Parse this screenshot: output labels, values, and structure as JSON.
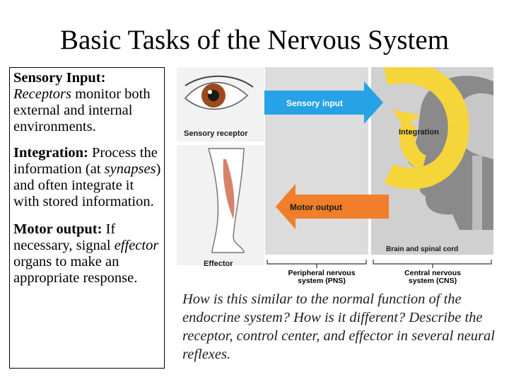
{
  "title": "Basic Tasks of the Nervous System",
  "left_panel": {
    "sensory": {
      "heading": "Sensory Input:",
      "em": "Receptors",
      "rest": " monitor both external and internal environments."
    },
    "integration": {
      "heading": "Integration:",
      "pre": " Process the information (at ",
      "em": "synapses",
      "rest": ") and often integrate it with stored information."
    },
    "motor": {
      "heading": "Motor output:",
      "pre": " If necessary, signal ",
      "em": "effector",
      "rest": " organs to make an appropriate response."
    }
  },
  "diagram": {
    "sensory_input": "Sensory input",
    "sensory_receptor": "Sensory receptor",
    "integration": "Integration",
    "motor_output": "Motor output",
    "effector": "Effector",
    "brain_spinal": "Brain and spinal cord",
    "pns_line1": "Peripheral nervous",
    "pns_line2": "system (PNS)",
    "cns_line1": "Central nervous",
    "cns_line2": "system (CNS)",
    "colors": {
      "blue_arrow": "#27a2e6",
      "orange_arrow": "#f07e2a",
      "yellow_loop": "#f5d53a",
      "head_gray": "#8a8a8a"
    }
  },
  "question": "How is this similar to the normal function of the endocrine system? How is it different? Describe the receptor, control center, and effector in several neural reflexes."
}
